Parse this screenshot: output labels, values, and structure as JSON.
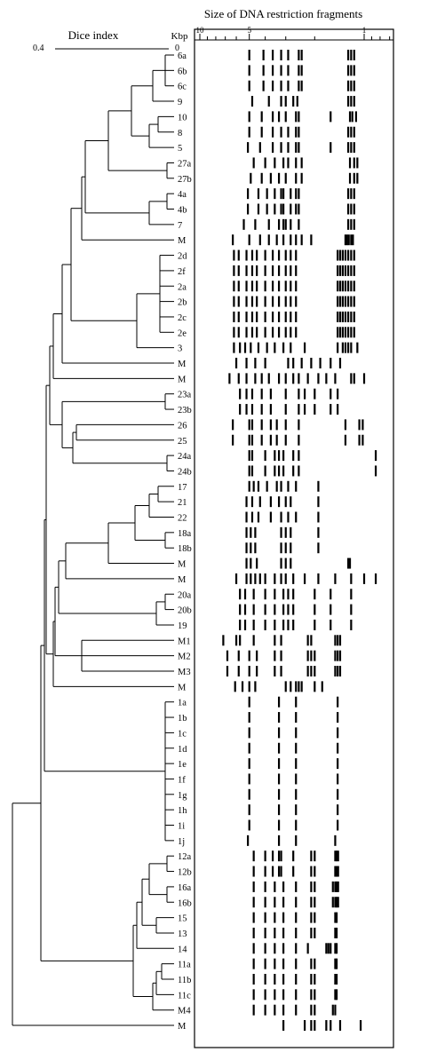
{
  "header": {
    "title": "Size of DNA restriction fragments",
    "dice_label": "Dice index",
    "kbp_label": "Kbp",
    "dice_left": "0.4",
    "dice_right": "0",
    "scale_ticks": [
      "10",
      "5",
      "1"
    ]
  },
  "rows": [
    {
      "label": "6a",
      "bands": [
        5.0,
        4.1,
        3.6,
        3.2,
        2.9,
        2.5,
        2.4,
        1.25,
        1.2,
        1.15
      ]
    },
    {
      "label": "6b",
      "bands": [
        5.0,
        4.1,
        3.6,
        3.2,
        2.9,
        2.5,
        2.4,
        1.25,
        1.2,
        1.15
      ]
    },
    {
      "label": "6c",
      "bands": [
        5.0,
        4.1,
        3.6,
        3.2,
        2.9,
        2.5,
        2.4,
        1.25,
        1.2,
        1.15
      ]
    },
    {
      "label": "9",
      "bands": [
        4.8,
        3.8,
        3.2,
        3.0,
        2.7,
        2.55,
        1.25,
        1.2,
        1.15
      ]
    },
    {
      "label": "10",
      "bands": [
        5.0,
        4.2,
        3.6,
        3.3,
        3.0,
        2.6,
        2.5,
        1.6,
        1.22,
        1.18,
        1.12
      ]
    },
    {
      "label": "8",
      "bands": [
        5.0,
        4.2,
        3.6,
        3.2,
        2.9,
        2.6,
        2.5,
        1.25,
        1.2,
        1.15
      ]
    },
    {
      "label": "5",
      "bands": [
        5.1,
        4.3,
        3.6,
        3.2,
        2.9,
        2.6,
        2.5,
        1.6,
        1.25,
        1.2,
        1.15
      ]
    },
    {
      "label": "27a",
      "bands": [
        4.7,
        4.0,
        3.5,
        3.1,
        2.9,
        2.6,
        2.4,
        1.22,
        1.15,
        1.1
      ]
    },
    {
      "label": "27b",
      "bands": [
        4.9,
        4.2,
        3.7,
        3.3,
        3.0,
        2.6,
        2.4,
        1.22,
        1.15,
        1.1
      ]
    },
    {
      "label": "4a",
      "bands": [
        5.1,
        4.4,
        3.9,
        3.5,
        3.2,
        3.1,
        2.8,
        2.6,
        2.5,
        1.25,
        1.2,
        1.15
      ]
    },
    {
      "label": "4b",
      "bands": [
        5.1,
        4.4,
        3.9,
        3.5,
        3.2,
        3.1,
        2.8,
        2.6,
        2.5,
        1.25,
        1.2,
        1.15
      ]
    },
    {
      "label": "7",
      "bands": [
        5.4,
        4.6,
        3.8,
        3.3,
        3.1,
        3.0,
        2.8,
        2.5,
        1.25,
        1.2,
        1.15
      ]
    },
    {
      "label": "M",
      "bands": [
        6.3,
        5.0,
        4.3,
        3.8,
        3.4,
        3.1,
        2.8,
        2.6,
        2.4,
        2.1,
        1.3,
        1.27,
        1.24,
        1.2,
        1.17
      ]
    },
    {
      "label": "2d",
      "bands": [
        6.2,
        5.8,
        5.2,
        4.8,
        4.5,
        4.0,
        3.6,
        3.3,
        3.0,
        2.8,
        2.6,
        1.45,
        1.4,
        1.35,
        1.3,
        1.25,
        1.2,
        1.15
      ]
    },
    {
      "label": "2f",
      "bands": [
        6.2,
        5.8,
        5.2,
        4.8,
        4.5,
        4.0,
        3.6,
        3.3,
        3.0,
        2.8,
        2.6,
        1.45,
        1.4,
        1.35,
        1.3,
        1.25,
        1.2,
        1.15
      ]
    },
    {
      "label": "2a",
      "bands": [
        6.2,
        5.8,
        5.2,
        4.8,
        4.5,
        4.0,
        3.6,
        3.3,
        3.0,
        2.8,
        2.6,
        1.45,
        1.4,
        1.35,
        1.3,
        1.25,
        1.2,
        1.15
      ]
    },
    {
      "label": "2b",
      "bands": [
        6.2,
        5.8,
        5.2,
        4.8,
        4.5,
        4.0,
        3.6,
        3.3,
        3.0,
        2.8,
        2.6,
        1.45,
        1.4,
        1.35,
        1.3,
        1.25,
        1.2,
        1.15
      ]
    },
    {
      "label": "2c",
      "bands": [
        6.2,
        5.8,
        5.2,
        4.8,
        4.5,
        4.0,
        3.6,
        3.3,
        3.0,
        2.8,
        2.6,
        1.45,
        1.4,
        1.35,
        1.3,
        1.25,
        1.2,
        1.15
      ]
    },
    {
      "label": "2e",
      "bands": [
        6.2,
        5.8,
        5.2,
        4.8,
        4.5,
        4.0,
        3.6,
        3.3,
        3.0,
        2.8,
        2.6,
        1.45,
        1.4,
        1.35,
        1.3,
        1.25,
        1.2,
        1.15
      ]
    },
    {
      "label": "3",
      "bands": [
        6.2,
        5.7,
        5.3,
        4.9,
        4.4,
        3.9,
        3.5,
        3.1,
        2.8,
        2.3,
        1.45,
        1.35,
        1.3,
        1.25,
        1.2,
        1.1
      ]
    },
    {
      "label": "M",
      "bands": [
        6.0,
        5.2,
        4.6,
        4.0,
        2.9,
        2.7,
        2.4,
        2.1,
        1.85,
        1.6,
        1.4
      ]
    },
    {
      "label": "M",
      "bands": [
        6.6,
        5.8,
        5.2,
        4.6,
        4.2,
        3.8,
        3.3,
        3.0,
        2.7,
        2.5,
        2.2,
        1.9,
        1.7,
        1.5,
        1.2,
        1.15,
        1.0
      ]
    },
    {
      "label": "23a",
      "bands": [
        5.7,
        5.2,
        4.8,
        4.2,
        3.7,
        3.0,
        2.5,
        2.3,
        2.0,
        1.6,
        1.45
      ]
    },
    {
      "label": "23b",
      "bands": [
        5.7,
        5.2,
        4.8,
        4.2,
        3.7,
        3.0,
        2.5,
        2.3,
        2.0,
        1.6,
        1.45
      ]
    },
    {
      "label": "26",
      "bands": [
        6.3,
        5.0,
        4.8,
        4.2,
        3.7,
        3.4,
        3.0,
        2.5,
        1.3,
        1.07,
        1.02
      ]
    },
    {
      "label": "25",
      "bands": [
        6.3,
        5.0,
        4.8,
        4.2,
        3.7,
        3.4,
        3.0,
        2.5,
        1.3,
        1.07,
        1.02
      ]
    },
    {
      "label": "24a",
      "bands": [
        5.0,
        4.8,
        4.0,
        3.5,
        3.3,
        3.1,
        2.7,
        2.5,
        0.85
      ]
    },
    {
      "label": "24b",
      "bands": [
        5.0,
        4.8,
        4.0,
        3.5,
        3.3,
        3.1,
        2.7,
        2.5,
        0.85
      ]
    },
    {
      "label": "17",
      "bands": [
        5.0,
        4.7,
        4.4,
        3.9,
        3.4,
        3.2,
        2.9,
        2.6,
        1.9
      ]
    },
    {
      "label": "21",
      "bands": [
        5.2,
        4.8,
        4.3,
        3.7,
        3.3,
        3.0,
        2.8,
        1.9
      ]
    },
    {
      "label": "22",
      "bands": [
        5.2,
        4.8,
        4.4,
        3.7,
        3.2,
        2.9,
        2.6,
        1.9
      ]
    },
    {
      "label": "18a",
      "bands": [
        5.2,
        4.9,
        4.6,
        3.2,
        3.0,
        2.8,
        1.9
      ]
    },
    {
      "label": "18b",
      "bands": [
        5.2,
        4.9,
        4.6,
        3.2,
        3.0,
        2.8,
        1.9
      ]
    },
    {
      "label": "M",
      "bands": [
        5.2,
        4.9,
        4.5,
        3.2,
        3.0,
        2.8,
        1.25,
        1.22
      ]
    },
    {
      "label": "M",
      "bands": [
        6.0,
        5.2,
        4.9,
        4.6,
        4.3,
        4.0,
        3.5,
        3.2,
        3.0,
        2.7,
        2.3,
        1.9,
        1.5,
        1.2,
        1.0,
        0.85
      ]
    },
    {
      "label": "20a",
      "bands": [
        5.7,
        5.3,
        4.7,
        4.0,
        3.5,
        3.1,
        2.9,
        2.7,
        2.0,
        1.6,
        1.2
      ]
    },
    {
      "label": "20b",
      "bands": [
        5.7,
        5.3,
        4.7,
        4.0,
        3.5,
        3.1,
        2.9,
        2.7,
        2.0,
        1.6,
        1.2
      ]
    },
    {
      "label": "19",
      "bands": [
        5.7,
        5.3,
        4.7,
        4.0,
        3.5,
        3.1,
        2.9,
        2.7,
        2.0,
        1.6,
        1.2
      ]
    },
    {
      "label": "M1",
      "bands": [
        7.2,
        6.0,
        5.7,
        4.7,
        3.5,
        3.2,
        2.2,
        2.1,
        1.5,
        1.45,
        1.4
      ]
    },
    {
      "label": "M2",
      "bands": [
        6.8,
        5.8,
        5.0,
        4.5,
        3.5,
        3.2,
        2.2,
        2.1,
        2.0,
        1.5,
        1.45,
        1.4
      ]
    },
    {
      "label": "M3",
      "bands": [
        6.8,
        5.8,
        5.0,
        4.5,
        3.5,
        3.2,
        2.2,
        2.1,
        2.0,
        1.5,
        1.45,
        1.4
      ]
    },
    {
      "label": "M",
      "bands": [
        6.1,
        5.5,
        5.0,
        4.6,
        3.0,
        2.8,
        2.6,
        2.5,
        2.4,
        2.0,
        1.8
      ]
    },
    {
      "label": "1a",
      "bands": [
        5.0,
        3.3,
        2.6,
        1.45
      ]
    },
    {
      "label": "1b",
      "bands": [
        5.0,
        3.3,
        2.6,
        1.45
      ]
    },
    {
      "label": "1c",
      "bands": [
        5.0,
        3.3,
        2.6,
        1.45
      ]
    },
    {
      "label": "1d",
      "bands": [
        5.0,
        3.3,
        2.6,
        1.45
      ]
    },
    {
      "label": "1e",
      "bands": [
        5.0,
        3.3,
        2.6,
        1.45
      ]
    },
    {
      "label": "1f",
      "bands": [
        5.0,
        3.3,
        2.6,
        1.45
      ]
    },
    {
      "label": "1g",
      "bands": [
        5.0,
        3.3,
        2.6,
        1.45
      ]
    },
    {
      "label": "1h",
      "bands": [
        5.0,
        3.3,
        2.6,
        1.45
      ]
    },
    {
      "label": "1i",
      "bands": [
        5.0,
        3.3,
        2.6,
        1.45
      ]
    },
    {
      "label": "1j",
      "bands": [
        5.1,
        3.3,
        2.6,
        1.5
      ]
    },
    {
      "label": "12a",
      "bands": [
        4.7,
        4.0,
        3.6,
        3.3,
        3.2,
        2.7,
        2.1,
        2.0,
        1.5,
        1.47,
        1.44
      ]
    },
    {
      "label": "12b",
      "bands": [
        4.7,
        4.0,
        3.6,
        3.3,
        3.2,
        2.7,
        2.1,
        2.0,
        1.5,
        1.47,
        1.44
      ]
    },
    {
      "label": "16a",
      "bands": [
        4.7,
        4.0,
        3.5,
        3.1,
        2.6,
        2.1,
        2.0,
        1.55,
        1.5,
        1.47,
        1.44
      ]
    },
    {
      "label": "16b",
      "bands": [
        4.7,
        4.0,
        3.5,
        3.1,
        2.6,
        2.1,
        2.0,
        1.55,
        1.5,
        1.47,
        1.44
      ]
    },
    {
      "label": "15",
      "bands": [
        4.7,
        4.0,
        3.5,
        3.1,
        2.6,
        2.1,
        2.0,
        1.5,
        1.47
      ]
    },
    {
      "label": "13",
      "bands": [
        4.7,
        4.0,
        3.5,
        3.1,
        2.6,
        2.1,
        2.0,
        1.5,
        1.47
      ]
    },
    {
      "label": "14",
      "bands": [
        4.7,
        4.0,
        3.5,
        3.1,
        2.6,
        2.2,
        1.7,
        1.65,
        1.6,
        1.5,
        1.47
      ]
    },
    {
      "label": "11a",
      "bands": [
        4.7,
        4.0,
        3.5,
        3.1,
        2.6,
        2.1,
        2.0,
        1.5,
        1.47
      ]
    },
    {
      "label": "11b",
      "bands": [
        4.7,
        4.0,
        3.5,
        3.1,
        2.6,
        2.1,
        2.0,
        1.5,
        1.47
      ]
    },
    {
      "label": "11c",
      "bands": [
        4.7,
        4.0,
        3.5,
        3.1,
        2.6,
        2.1,
        2.0,
        1.5,
        1.47
      ]
    },
    {
      "label": "M4",
      "bands": [
        4.7,
        4.0,
        3.5,
        3.1,
        2.6,
        2.1,
        2.0,
        1.55,
        1.5
      ]
    },
    {
      "label": "M",
      "bands": [
        3.1,
        2.3,
        2.1,
        2.0,
        1.7,
        1.6,
        1.4,
        1.05
      ]
    }
  ]
}
